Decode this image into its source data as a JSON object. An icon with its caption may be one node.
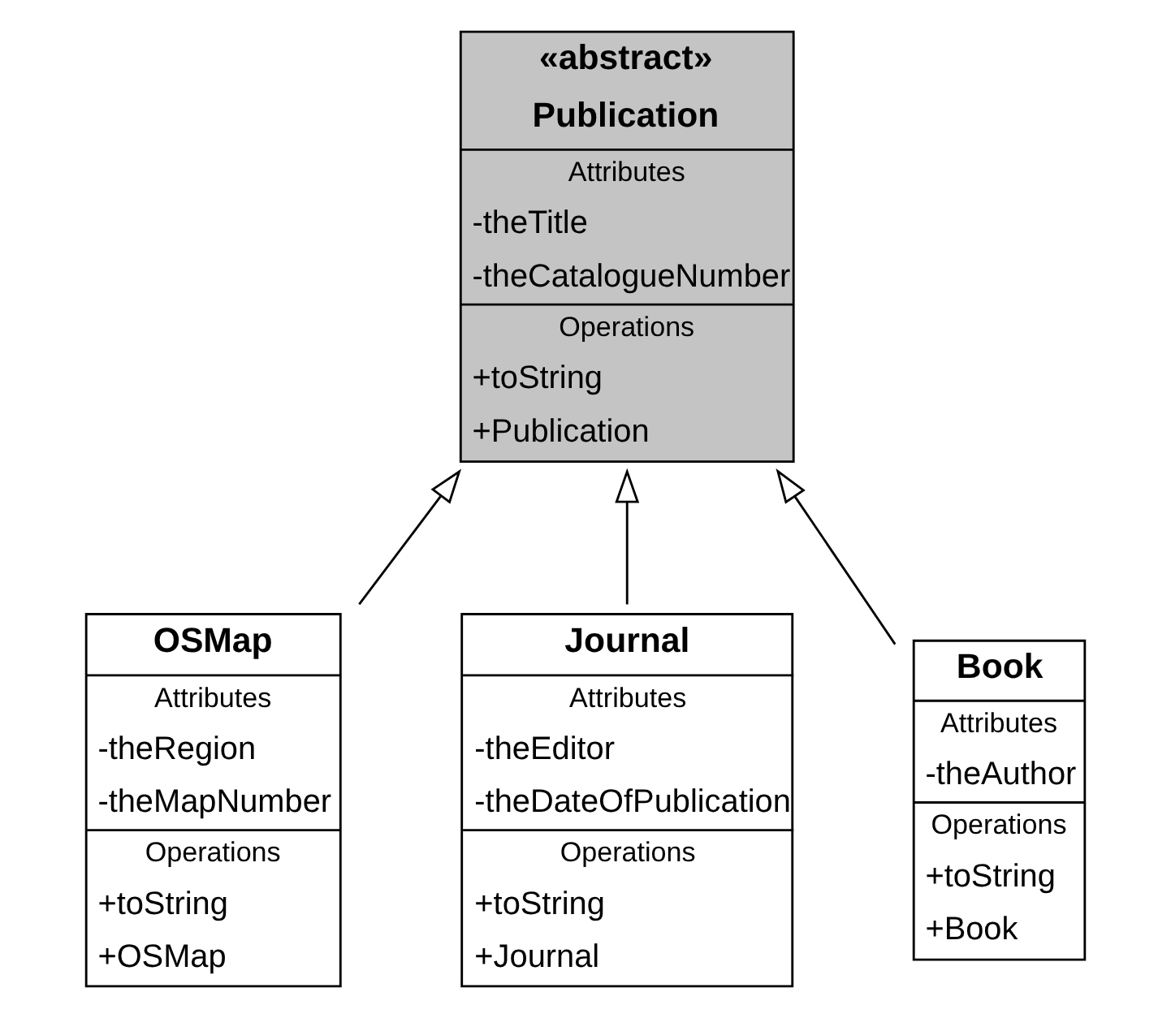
{
  "diagram": {
    "nodes": [
      {
        "text": [
          "«abstract»",
          "Publication",
          "Attributes",
          "-theTitle",
          "-theCatalogueNumber",
          "Operations",
          "+toString",
          "+Publication"
        ]
      },
      {
        "text": [
          "OSMap",
          "Attributes",
          "-theRegion",
          "-theMapNumber",
          "Operations",
          "+toString",
          "+OSMap"
        ]
      },
      {
        "text": [
          "Journal",
          "Attributes",
          "-theEditor",
          "-theDateOfPublication",
          "Operations",
          "+toString",
          "+Journal"
        ]
      },
      {
        "text": [
          "Book",
          "Attributes",
          "-theAuthor",
          "Operations",
          "+toString",
          "+Book"
        ]
      }
    ],
    "edges": [
      {
        "from": 1,
        "to": 0,
        "arrow": "to"
      },
      {
        "from": 2,
        "to": 0,
        "arrow": "to"
      },
      {
        "from": 3,
        "to": 0,
        "arrow": "to"
      }
    ]
  }
}
